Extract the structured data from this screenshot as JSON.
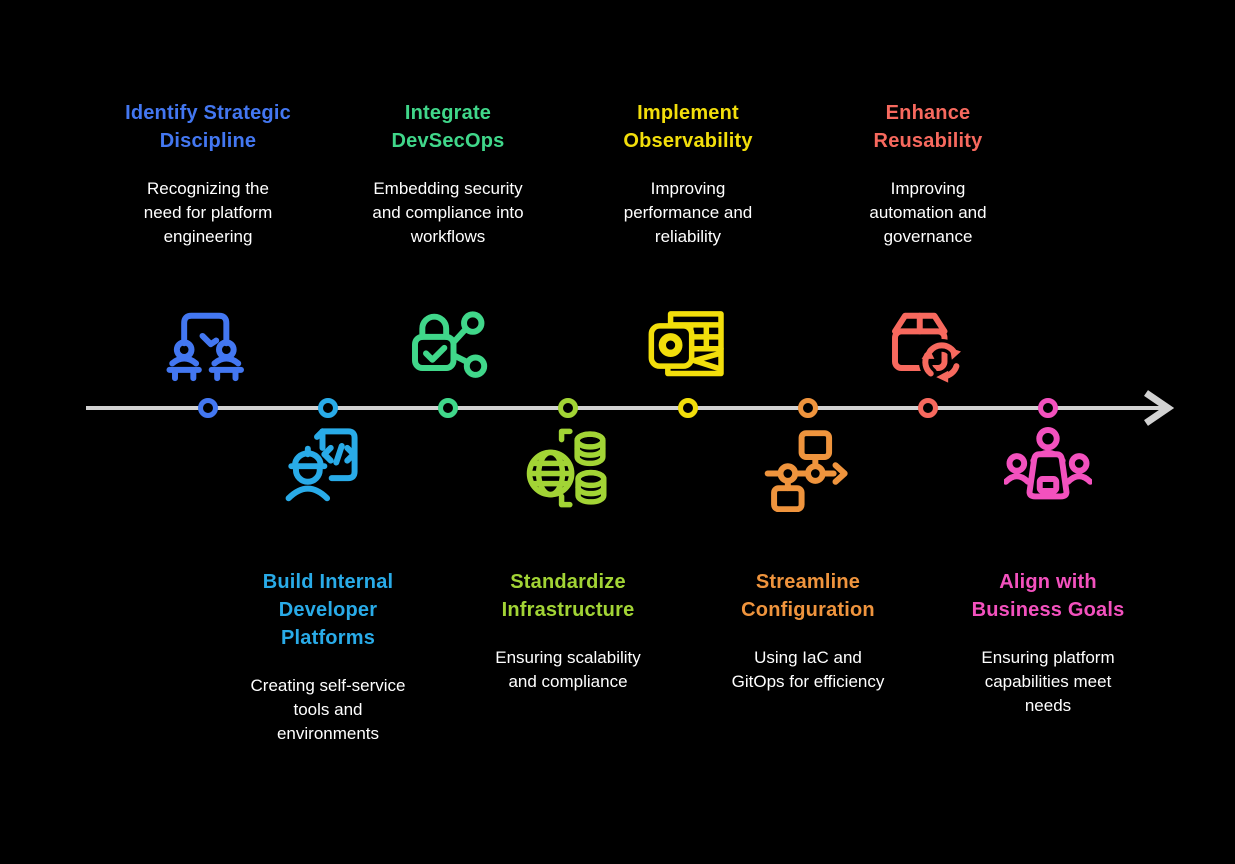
{
  "background": "#000000",
  "timeline": {
    "line_color": "#d2d2d2",
    "arrow_color": "#d2d2d2",
    "direction": "left-to-right",
    "items": [
      {
        "title": "Identify Strategic\nDiscipline",
        "description": "Recognizing the\nneed for platform\nengineering",
        "color": "#4377f1",
        "side": "top",
        "icon": "team-presentation-icon"
      },
      {
        "title": "Build Internal\nDeveloper\nPlatforms",
        "description": "Creating self-service\ntools and\nenvironments",
        "color": "#29abe8",
        "side": "bottom",
        "icon": "engineer-code-document-icon"
      },
      {
        "title": "Integrate\nDevSecOps",
        "description": "Embedding security\nand compliance into\nworkflows",
        "color": "#40d78a",
        "side": "top",
        "icon": "secure-lock-share-icon"
      },
      {
        "title": "Standardize\nInfrastructure",
        "description": "Ensuring scalability\nand compliance",
        "color": "#a2d435",
        "side": "bottom",
        "icon": "globe-database-icon"
      },
      {
        "title": "Implement\nObservability",
        "description": "Improving\nperformance and\nreliability",
        "color": "#f2de0b",
        "side": "top",
        "icon": "observability-mail-grid-icon"
      },
      {
        "title": "Streamline\nConfiguration",
        "description": "Using IaC and\nGitOps for efficiency",
        "color": "#ef943d",
        "side": "bottom",
        "icon": "flowchart-arrow-icon"
      },
      {
        "title": "Enhance\nReusability",
        "description": "Improving\nautomation and\ngovernance",
        "color": "#f7695e",
        "side": "top",
        "icon": "package-recycle-icon"
      },
      {
        "title": "Align with\nBusiness Goals",
        "description": "Ensuring platform\ncapabilities meet\nneeds",
        "color": "#f351be",
        "side": "bottom",
        "icon": "team-meeting-icon"
      }
    ]
  }
}
